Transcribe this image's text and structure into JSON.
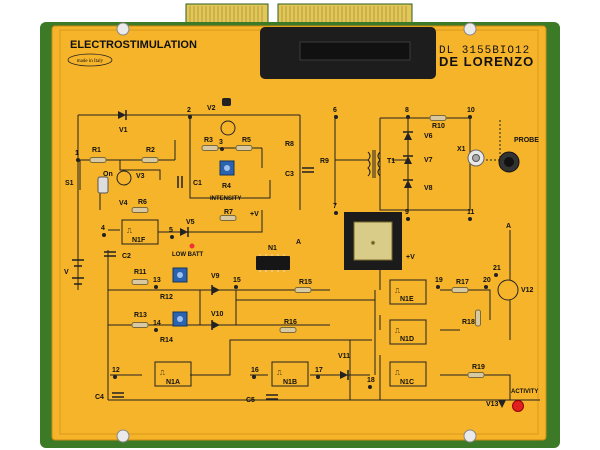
{
  "panel": {
    "title": "ELECTROSTIMULATION",
    "made_in": "made in Italy",
    "model": "DL 3155BIO12",
    "brand": "DE LORENZO"
  },
  "colors": {
    "board": "#f6b42a",
    "board_edge": "#cc8a12",
    "pcb": "#3d7a28",
    "pcb_dark": "#2c5d1c",
    "connector_gold": "#e2c75a",
    "display_black": "#1d1d1d",
    "pot_blue": "#2a64b0",
    "led_red": "#e02020"
  },
  "components": {
    "diodes": [
      "V1",
      "V5",
      "V6",
      "V7",
      "V8",
      "V9",
      "V10",
      "V11"
    ],
    "transistors": [
      "V2",
      "V3",
      "V12"
    ],
    "led": "V13",
    "resistors": [
      "R1",
      "R2",
      "R3",
      "R5",
      "R6",
      "R7",
      "R10",
      "R11",
      "R13",
      "R15",
      "R16",
      "R17",
      "R18",
      "R19"
    ],
    "pots": [
      "R4",
      "R8",
      "R9",
      "R12",
      "R14"
    ],
    "caps": [
      "C1",
      "C2",
      "C3",
      "C4",
      "C5"
    ],
    "transformer": "T1",
    "gates": [
      "N1F",
      "N1E",
      "N1D",
      "N1A",
      "N1B",
      "N1C"
    ],
    "ic": "N1",
    "switch": "S1",
    "output": "X1"
  },
  "labels": {
    "on": "On",
    "v4": "V4",
    "intensity": "INTENSITY",
    "low_batt": "LOW BATT",
    "probe": "PROBE",
    "activity": "ACTIVITY",
    "plus_v": "+V",
    "plus_v2": "+V",
    "a1": "A",
    "a2": "A",
    "v_batt": "V"
  },
  "nodes": [
    "1",
    "2",
    "3",
    "4",
    "5",
    "6",
    "7",
    "8",
    "9",
    "10",
    "11",
    "12",
    "13",
    "14",
    "15",
    "16",
    "17",
    "18",
    "19",
    "20",
    "21"
  ]
}
